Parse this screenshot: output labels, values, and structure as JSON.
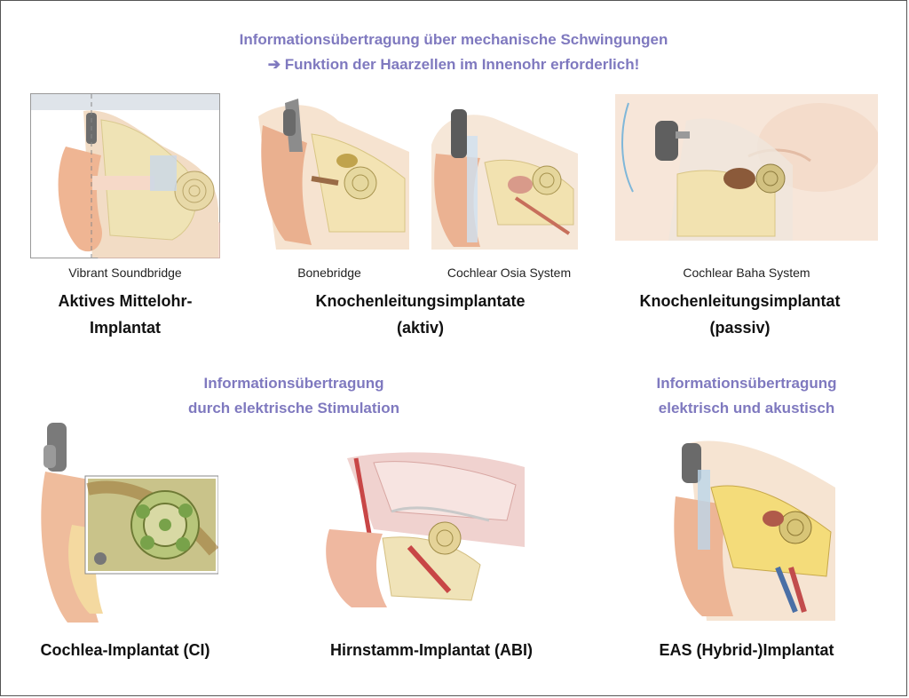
{
  "header_top": {
    "line1": "Informationsübertragung über mechanische Schwingungen",
    "line2": "➔ Funktion der Haarzellen im Innenohr erforderlich!"
  },
  "top_row": {
    "vibrant": {
      "caption": "Vibrant Soundbridge",
      "label_line1": "Aktives Mittelohr-",
      "label_line2": "Implantat"
    },
    "bonebridge": {
      "caption": "Bonebridge"
    },
    "osia": {
      "caption": "Cochlear Osia System"
    },
    "aktiv": {
      "label_line1": "Knochenleitungsimplantate",
      "label_line2": "(aktiv)"
    },
    "baha": {
      "caption": "Cochlear Baha System",
      "label_line1": "Knochenleitungsimplantat",
      "label_line2": "(passiv)"
    }
  },
  "header_mid_left": {
    "line1": "Informationsübertragung",
    "line2": "durch elektrische Stimulation"
  },
  "header_mid_right": {
    "line1": "Informationsübertragung",
    "line2": "elektrisch und akustisch"
  },
  "bottom_row": {
    "ci": {
      "label": "Cochlea-Implantat (CI)"
    },
    "abi": {
      "label": "Hirnstamm-Implantat (ABI)"
    },
    "eas": {
      "label": "EAS (Hybrid-)Implantat"
    }
  },
  "colors": {
    "heading": "#7f79bf",
    "skin": "#f2c6ae",
    "bone": "#f1e2a4",
    "cochlea": "#c9b97a"
  }
}
